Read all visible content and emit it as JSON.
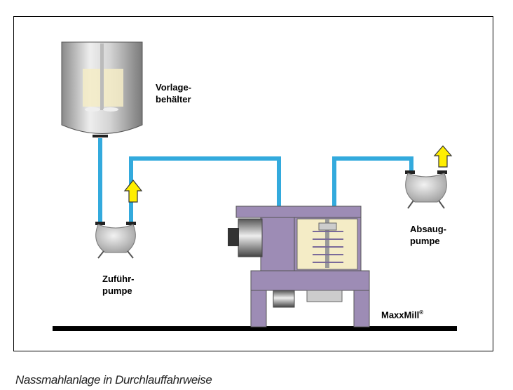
{
  "labels": {
    "tank_line1": "Vorlage-",
    "tank_line2": "behälter",
    "feed_pump_line1": "Zuführ-",
    "feed_pump_line2": "pumpe",
    "suction_pump_line1": "Absaug-",
    "suction_pump_line2": "pumpe",
    "mill_name": "MaxxMill",
    "mill_mark": "®"
  },
  "caption": "Nassmahlanlage in Durchlauffahrweise",
  "colors": {
    "pipe": "#33aadd",
    "arrow_fill": "#ffee00",
    "arrow_stroke": "#333333",
    "mill_body": "#9d8cb5",
    "product": "#f4ecc6",
    "metal": "#cccccc"
  },
  "icons": [
    "flow-up-arrow-icon"
  ]
}
